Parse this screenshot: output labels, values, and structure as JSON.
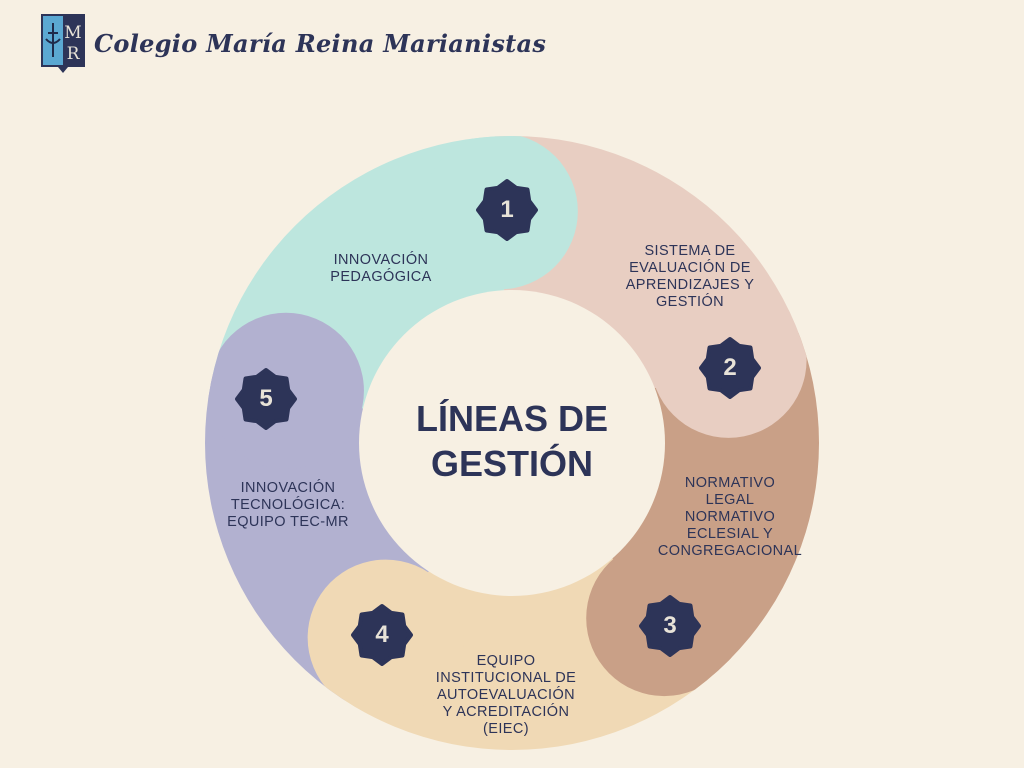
{
  "header": {
    "school_name": "Colegio María Reina Marianistas",
    "logo_letters": "MR"
  },
  "center_title": {
    "line1": "LÍNEAS DE",
    "line2": "GESTIÓN"
  },
  "colors": {
    "background": "#f7f0e3",
    "navy": "#2d3458",
    "inner": "#f7f0e3"
  },
  "segments": [
    {
      "number": "1",
      "color": "#bde6de",
      "lines": [
        "INNOVACIÓN",
        "PEDAGÓGICA"
      ]
    },
    {
      "number": "2",
      "color": "#e8cec2",
      "lines": [
        "SISTEMA DE",
        "EVALUACIÓN DE",
        "APRENDIZAJES Y",
        "GESTIÓN"
      ]
    },
    {
      "number": "3",
      "color": "#c9a087",
      "lines": [
        "NORMATIVO",
        "LEGAL",
        "NORMATIVO",
        "ECLESIAL Y",
        "CONGREGACIONAL"
      ]
    },
    {
      "number": "4",
      "color": "#f0d9b5",
      "lines": [
        "EQUIPO",
        "INSTITUCIONAL DE",
        "AUTOEVALUACIÓN",
        "Y ACREDITACIÓN",
        "(EIEC)"
      ]
    },
    {
      "number": "5",
      "color": "#b2b1d0",
      "lines": [
        "INNOVACIÓN",
        "TECNOLÓGICA:",
        "EQUIPO TEC-MR"
      ]
    }
  ]
}
